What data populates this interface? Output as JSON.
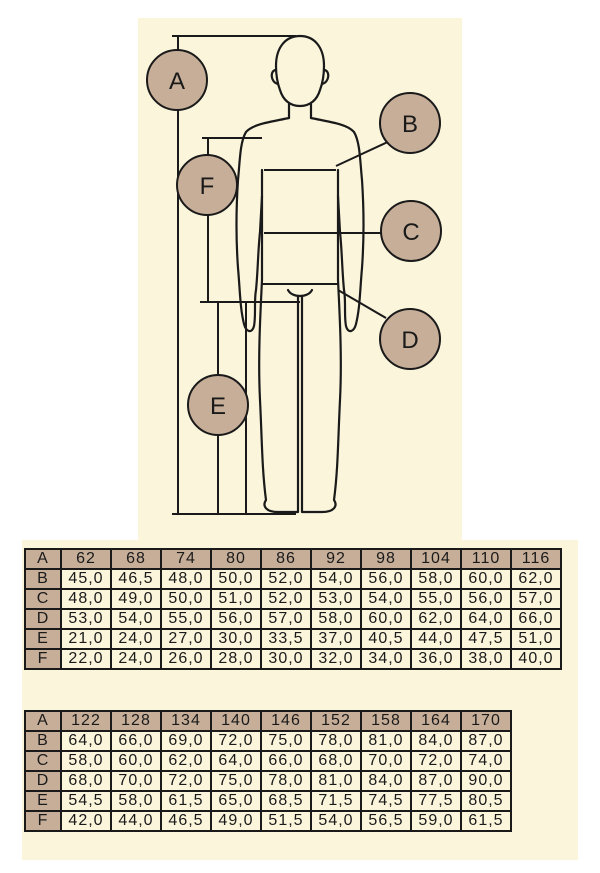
{
  "figure": {
    "measure_labels": [
      "A",
      "B",
      "C",
      "D",
      "E",
      "F"
    ]
  },
  "tables": [
    {
      "header": [
        "A",
        "62",
        "68",
        "74",
        "80",
        "86",
        "92",
        "98",
        "104",
        "110",
        "116"
      ],
      "rows": [
        [
          "B",
          "45,0",
          "46,5",
          "48,0",
          "50,0",
          "52,0",
          "54,0",
          "56,0",
          "58,0",
          "60,0",
          "62,0"
        ],
        [
          "C",
          "48,0",
          "49,0",
          "50,0",
          "51,0",
          "52,0",
          "53,0",
          "54,0",
          "55,0",
          "56,0",
          "57,0"
        ],
        [
          "D",
          "53,0",
          "54,0",
          "55,0",
          "56,0",
          "57,0",
          "58,0",
          "60,0",
          "62,0",
          "64,0",
          "66,0"
        ],
        [
          "E",
          "21,0",
          "24,0",
          "27,0",
          "30,0",
          "33,5",
          "37,0",
          "40,5",
          "44,0",
          "47,5",
          "51,0"
        ],
        [
          "F",
          "22,0",
          "24,0",
          "26,0",
          "28,0",
          "30,0",
          "32,0",
          "34,0",
          "36,0",
          "38,0",
          "40,0"
        ]
      ]
    },
    {
      "header": [
        "A",
        "122",
        "128",
        "134",
        "140",
        "146",
        "152",
        "158",
        "164",
        "170"
      ],
      "rows": [
        [
          "B",
          "64,0",
          "66,0",
          "69,0",
          "72,0",
          "75,0",
          "78,0",
          "81,0",
          "84,0",
          "87,0"
        ],
        [
          "C",
          "58,0",
          "60,0",
          "62,0",
          "64,0",
          "66,0",
          "68,0",
          "70,0",
          "72,0",
          "74,0"
        ],
        [
          "D",
          "68,0",
          "70,0",
          "72,0",
          "75,0",
          "78,0",
          "81,0",
          "84,0",
          "87,0",
          "90,0"
        ],
        [
          "E",
          "54,5",
          "58,0",
          "61,5",
          "65,0",
          "68,5",
          "71,5",
          "74,5",
          "77,5",
          "80,5"
        ],
        [
          "F",
          "42,0",
          "44,0",
          "46,5",
          "49,0",
          "51,5",
          "54,0",
          "56,5",
          "59,0",
          "61,5"
        ]
      ]
    }
  ],
  "colors": {
    "panel_background": "#fbf5dc",
    "circle_fill": "#c6ae98",
    "header_fill": "#c6ae98",
    "ink": "#1a1a1a"
  }
}
